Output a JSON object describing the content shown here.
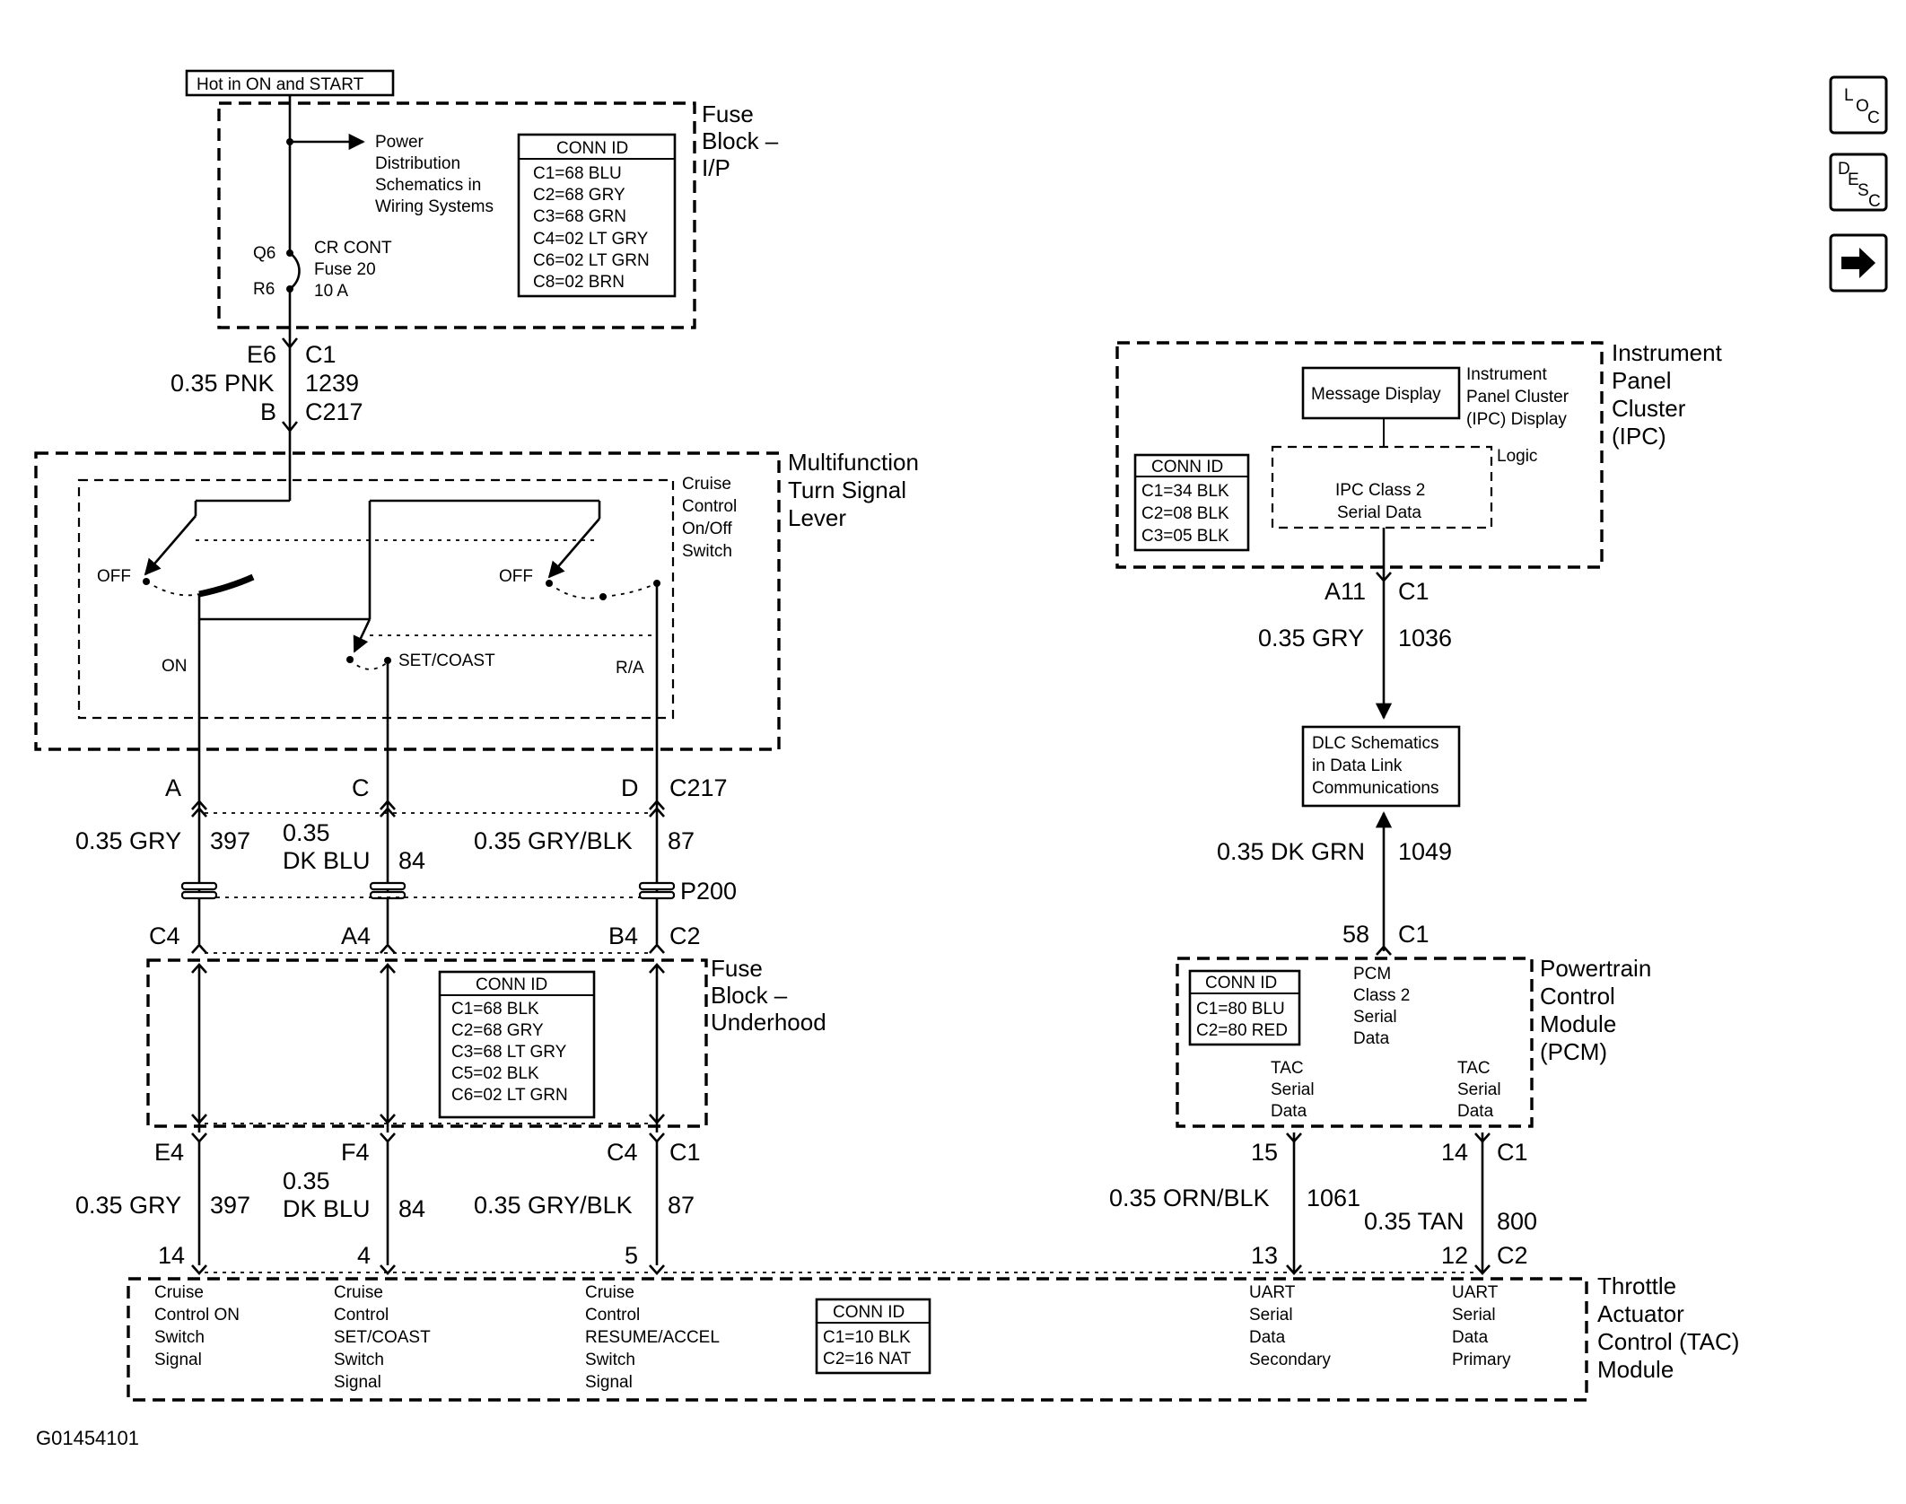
{
  "hot_label": "Hot in ON and START",
  "fuse_block_ip": {
    "title": [
      "Fuse",
      "Block –",
      "I/P"
    ],
    "power_dist": [
      "Power",
      "Distribution",
      "Schematics in",
      "Wiring Systems"
    ],
    "pin_top": "Q6",
    "pin_bot": "R6",
    "fuse": [
      "CR CONT",
      "Fuse 20",
      "10 A"
    ],
    "conn": {
      "header": "CONN ID",
      "rows": [
        "C1=68 BLU",
        "C2=68 GRY",
        "C3=68 GRN",
        "C4=02 LT GRY",
        "C6=02 LT GRN",
        "C8=02 BRN"
      ]
    }
  },
  "wire_top": {
    "pin_left": "E6",
    "conn_right": "C1",
    "gauge_color": "0.35 PNK",
    "circuit": "1239",
    "pin_left2": "B",
    "conn_right2": "C217"
  },
  "multifunction": {
    "title": [
      "Multifunction",
      "Turn Signal",
      "Lever"
    ],
    "switch": [
      "Cruise",
      "Control",
      "On/Off",
      "Switch"
    ],
    "off_left": "OFF",
    "off_right": "OFF",
    "on": "ON",
    "set_coast": "SET/COAST",
    "ra": "R/A"
  },
  "c217_pins": {
    "a": "A",
    "c": "C",
    "d": "D",
    "conn": "C217"
  },
  "wires_mid": {
    "w1_color": "0.35 GRY",
    "w1_circuit": "397",
    "w2_color_1": "0.35",
    "w2_color_2": "DK BLU",
    "w2_circuit": "84",
    "w3_color": "0.35 GRY/BLK",
    "w3_circuit": "87",
    "splice": "P200"
  },
  "c2_pins": {
    "c4": "C4",
    "a4": "A4",
    "b4": "B4",
    "conn": "C2"
  },
  "fuse_block_underhood": {
    "title": [
      "Fuse",
      "Block –",
      "Underhood"
    ],
    "conn": {
      "header": "CONN ID",
      "rows": [
        "C1=68 BLK",
        "C2=68 GRY",
        "C3=68 LT GRY",
        "C5=02 BLK",
        "C6=02 LT GRN"
      ]
    }
  },
  "c1_pins": {
    "e4": "E4",
    "f4": "F4",
    "c4": "C4",
    "conn": "C1"
  },
  "wires_low": {
    "w1_color": "0.35 GRY",
    "w1_circuit": "397",
    "w2_color_1": "0.35",
    "w2_color_2": "DK BLU",
    "w2_circuit": "84",
    "w3_color": "0.35 GRY/BLK",
    "w3_circuit": "87"
  },
  "tac_pins_left": {
    "p14": "14",
    "p4": "4",
    "p5": "5"
  },
  "tac": {
    "title": [
      "Throttle",
      "Actuator",
      "Control (TAC)",
      "Module"
    ],
    "sig1": [
      "Cruise",
      "Control ON",
      "Switch",
      "Signal"
    ],
    "sig2": [
      "Cruise",
      "Control",
      "SET/COAST",
      "Switch",
      "Signal"
    ],
    "sig3": [
      "Cruise",
      "Control",
      "RESUME/ACCEL",
      "Switch",
      "Signal"
    ],
    "conn": {
      "header": "CONN ID",
      "rows": [
        "C1=10 BLK",
        "C2=16 NAT"
      ]
    },
    "uart_sec": [
      "UART",
      "Serial",
      "Data",
      "Secondary"
    ],
    "uart_pri": [
      "UART",
      "Serial",
      "Data",
      "Primary"
    ]
  },
  "ipc": {
    "title": [
      "Instrument",
      "Panel",
      "Cluster",
      "(IPC)"
    ],
    "message_display": "Message Display",
    "display_label": [
      "Instrument",
      "Panel Cluster",
      "(IPC) Display"
    ],
    "logic": "Logic",
    "class2": [
      "IPC Class 2",
      "Serial Data"
    ],
    "conn": {
      "header": "CONN ID",
      "rows": [
        "C1=34 BLK",
        "C2=08 BLK",
        "C3=05 BLK"
      ]
    }
  },
  "ipc_wire": {
    "pin": "A11",
    "conn": "C1",
    "color": "0.35 GRY",
    "circuit": "1036"
  },
  "dlc": [
    "DLC Schematics",
    "in Data Link",
    "Communications"
  ],
  "pcm_wire": {
    "color": "0.35 DK GRN",
    "circuit": "1049",
    "pin": "58",
    "conn": "C1"
  },
  "pcm": {
    "title": [
      "Powertrain",
      "Control",
      "Module",
      "(PCM)"
    ],
    "conn": {
      "header": "CONN ID",
      "rows": [
        "C1=80 BLU",
        "C2=80 RED"
      ]
    },
    "class2": [
      "PCM",
      "Class 2",
      "Serial",
      "Data"
    ],
    "tac1": [
      "TAC",
      "Serial",
      "Data"
    ],
    "tac2": [
      "TAC",
      "Serial",
      "Data"
    ]
  },
  "pcm_tac_wires": {
    "pin15": "15",
    "pin14": "14",
    "conn_top": "C1",
    "w1_color": "0.35 ORN/BLK",
    "w1_circuit": "1061",
    "w2_color": "0.35 TAN",
    "w2_circuit": "800",
    "pin13": "13",
    "pin12": "12",
    "conn_bot": "C2"
  },
  "nav": {
    "loc": [
      "L",
      "O",
      "C"
    ],
    "desc": [
      "D",
      "E",
      "S",
      "C"
    ]
  },
  "figure_id": "G01454101"
}
